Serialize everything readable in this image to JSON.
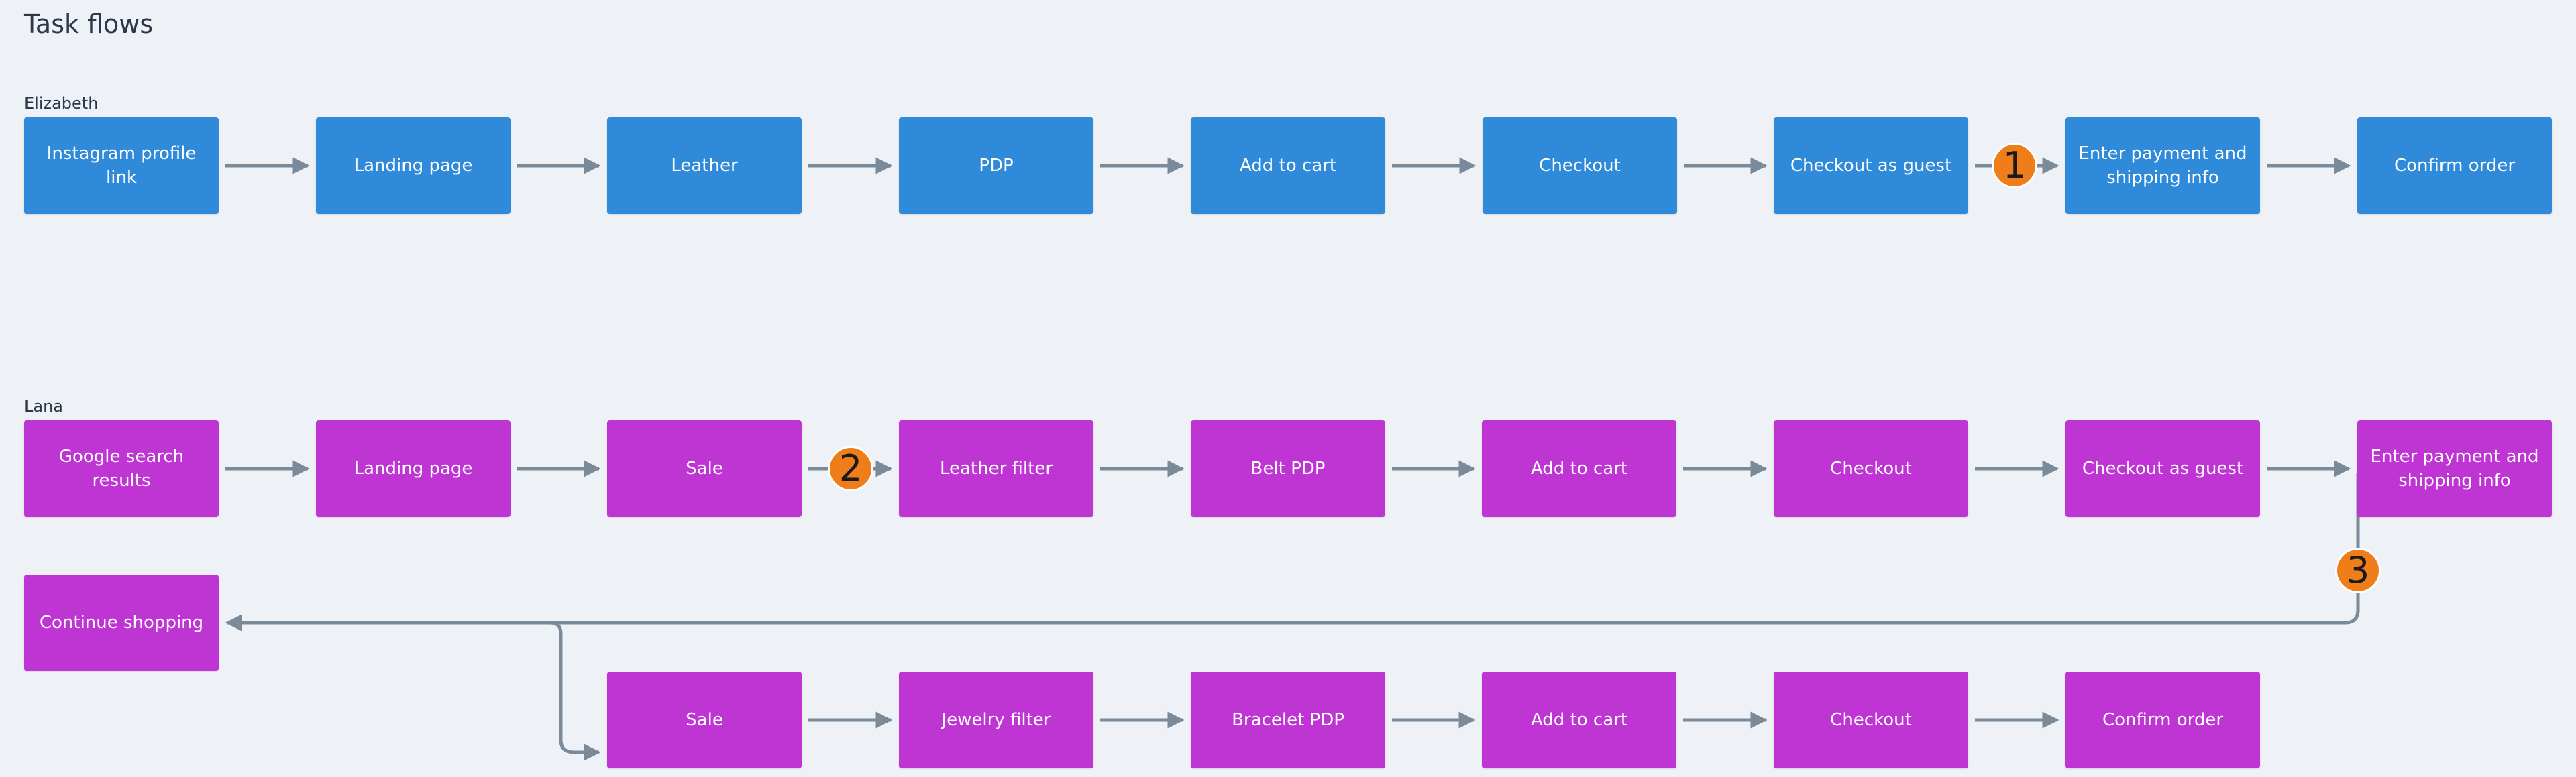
{
  "title": "Task flows",
  "colors": {
    "blue": "#2f8ad9",
    "purple": "#bf35d3",
    "connector": "#7a8a99",
    "badge": "#ef7d1a"
  },
  "flows": [
    {
      "person": "Elizabeth",
      "steps": [
        "Instagram profile link",
        "Landing page",
        "Leather",
        "PDP",
        "Add to cart",
        "Checkout",
        "Checkout as guest",
        "Enter payment and shipping info",
        "Confirm order"
      ]
    },
    {
      "person": "Lana",
      "steps": [
        "Google search results",
        "Landing page",
        "Sale",
        "Leather filter",
        "Belt PDP",
        "Add to cart",
        "Checkout",
        "Checkout as guest",
        "Enter payment and shipping info"
      ]
    }
  ],
  "branch": {
    "continue": "Continue shopping",
    "steps": [
      "Sale",
      "Jewelry filter",
      "Bracelet PDP",
      "Add to cart",
      "Checkout",
      "Confirm order"
    ]
  },
  "badges": [
    "1",
    "2",
    "3"
  ]
}
